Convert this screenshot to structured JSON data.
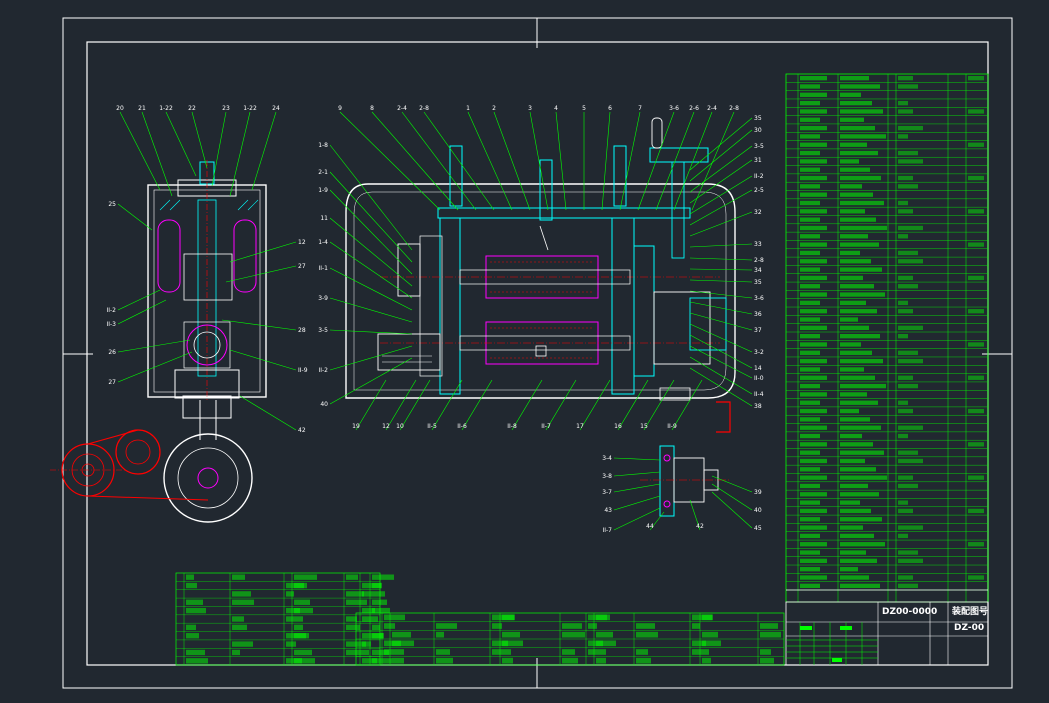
{
  "drawing": {
    "title": "装配图号",
    "drawing_number": "DZ-00",
    "model": "DZ00-0000",
    "colors": {
      "background": "#212830",
      "frame": "#ffffff",
      "outline": "#ffffff",
      "leader": "#00ff00",
      "cyan": "#00ffff",
      "magenta": "#ff00ff",
      "red": "#ff0000",
      "table": "#00ff00"
    }
  },
  "views": {
    "side_view": {
      "top_labels": [
        "20",
        "21",
        "1-22",
        "22",
        "23",
        "1-22",
        "24"
      ],
      "left_labels": [
        "25",
        "II-2",
        "II-3",
        "26",
        "27"
      ],
      "right_labels": [
        "12",
        "27",
        "28",
        "II-9",
        "42"
      ]
    },
    "front_view": {
      "top_labels": [
        "9",
        "8",
        "2-4",
        "2-8",
        "1",
        "2",
        "3",
        "4",
        "5",
        "6",
        "7",
        "3-6",
        "2-6",
        "2-4",
        "2-8"
      ],
      "left_labels": [
        "1-8",
        "2-1",
        "1-9",
        "11",
        "1-4",
        "II-1",
        "3-9",
        "3-5",
        "II-2",
        "40"
      ],
      "right_labels": [
        "35",
        "30",
        "3-5",
        "31",
        "II-2",
        "2-5",
        "32",
        "33",
        "2-8",
        "34",
        "35",
        "3-6",
        "36",
        "37",
        "3-2",
        "14",
        "II-0",
        "II-4",
        "38"
      ],
      "bottom_labels": [
        "19",
        "12",
        "10",
        "II-5",
        "II-6",
        "II-8",
        "II-7",
        "17",
        "16",
        "15",
        "II-9"
      ]
    },
    "detail_view": {
      "left_labels": [
        "3-4",
        "3-8",
        "3-7",
        "43",
        "II-7"
      ],
      "bottom_labels": [
        "44",
        "42"
      ],
      "right_labels": [
        "39",
        "40",
        "45"
      ]
    }
  }
}
